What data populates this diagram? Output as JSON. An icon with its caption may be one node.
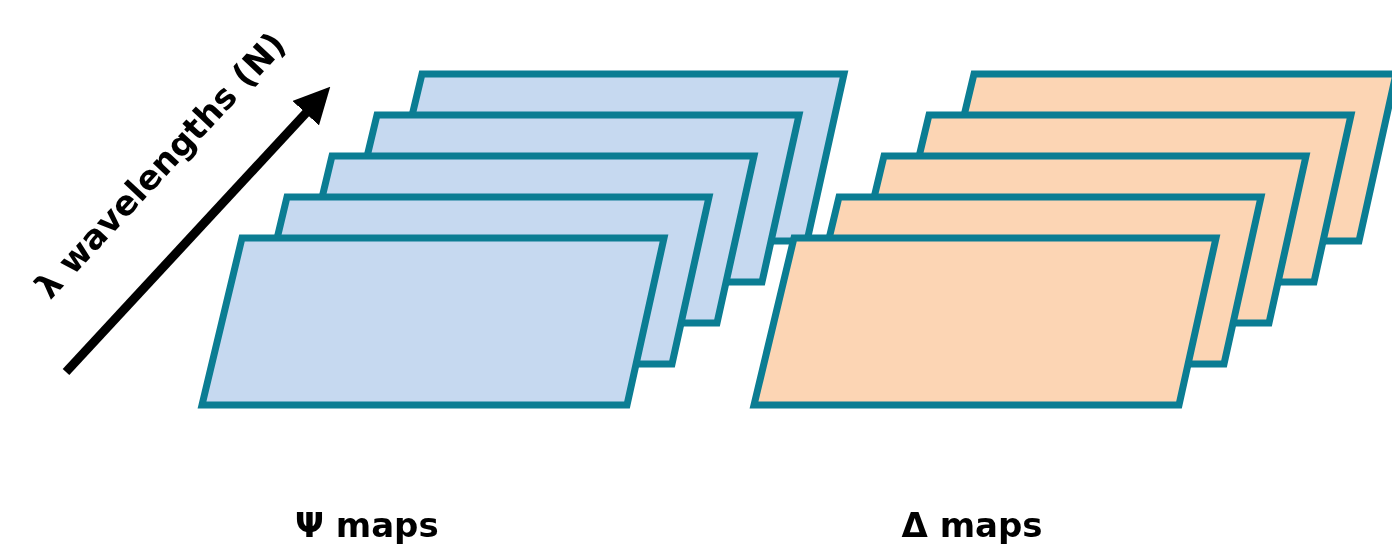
{
  "diagram": {
    "labels": [
      "λ wavelengths (N)",
      "Ψ maps",
      "Δ maps"
    ]
  }
}
